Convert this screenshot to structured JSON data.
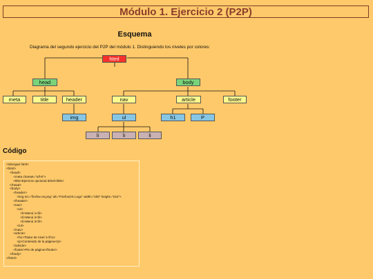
{
  "page": {
    "title": "Módulo 1. Ejercicio 2 (P2P)",
    "subtitle": "Esquema",
    "description": "Diagrama del segundo ejercicio del P2P del módulo 1. Distinguiendo los niveles por colores:",
    "code_heading": "Código"
  },
  "colors": {
    "background": "#fec96a",
    "title_text": "#8b3d2a",
    "level0": "#f4312a",
    "level1": "#79d37a",
    "level2": "#fefb8e",
    "level3": "#86c6e4",
    "level4": "#c9b1b3"
  },
  "tree": {
    "html": "html",
    "head": "head",
    "body": "body",
    "meta": "meta",
    "title": "title",
    "header": "header",
    "nav": "nav",
    "article": "article",
    "footer": "footer",
    "img": "img",
    "ul": "ul",
    "h1": "h1",
    "p": "P",
    "li1": "li",
    "li2": "li",
    "li3": "li"
  },
  "code": [
    "<!doctype html>",
    "<html>",
    "    <head>",
    "        <meta charset=\"utf-8\">",
    "        <title>Ejercicio opcional árbol</title>",
    "    </head>",
    "    <body>",
    "        <header>",
    "            <img src=\"firefox-os.png\" alt=\"FirefoxOS Logo\" width=\"200\" height=\"164\">",
    "        </header>",
    "        <nav>",
    "            <ul>",
    "                <li>Menú 1</li>",
    "                <li>Menú 2</li>",
    "                <li>Menú 3</li>",
    "            </ul>",
    "        </nav>",
    "        <article>",
    "            <h1>Titular de nivel 1</h1>",
    "            <p>Contenido de la página</p>",
    "        </article>",
    "        <footer>Pie de página</footer>",
    "    </body>",
    "</html>"
  ]
}
